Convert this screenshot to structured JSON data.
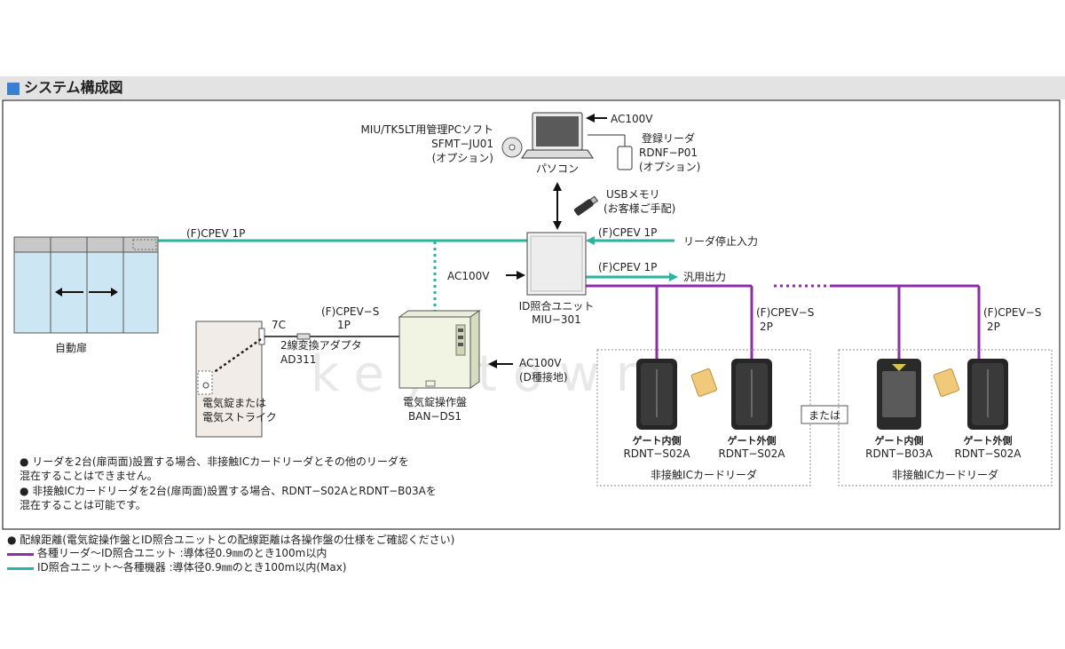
{
  "header": {
    "title": "システム構成図"
  },
  "colors": {
    "accent_blue": "#3a7fd0",
    "teal": "#2ab3a0",
    "purple": "#8a2fa5",
    "header_bg": "#e3e3e3"
  },
  "diagram": {
    "pc_software": [
      "MIU/TK5LT用管理PCソフト",
      "SFMT−JU01",
      "(オプション)"
    ],
    "pc_label": "パソコン",
    "pc_ac": "AC100V",
    "reg_reader": [
      "登録リーダ",
      "RDNF−P01",
      "(オプション)"
    ],
    "usb": [
      "USBメモリ",
      "(お客様ご手配)"
    ],
    "door_cable": "(F)CPEV 1P",
    "door_label": "自動扉",
    "miu_ac": "AC100V",
    "miu_label": [
      "ID照合ユニット",
      "MIU−301"
    ],
    "stop_cable": "(F)CPEV 1P",
    "stop_label": "リーダ停止入力",
    "out_cable": "(F)CPEV 1P",
    "out_label": "汎用出力",
    "reader_cable_1": [
      "(F)CPEV−S",
      "2P"
    ],
    "reader_cable_2": [
      "(F)CPEV−S",
      "2P"
    ],
    "lock_cable": [
      "(F)CPEV−S",
      "1P"
    ],
    "adapter": [
      "7C",
      "2線変換アダプタ",
      "AD311"
    ],
    "lock_label": [
      "電気錠または",
      "電気ストライク"
    ],
    "ban_label": [
      "電気錠操作盤",
      "BAN−DS1"
    ],
    "ban_ac": [
      "AC100V",
      "(D種接地)"
    ],
    "group1": {
      "readers": [
        {
          "side": "ゲート内側",
          "model": "RDNT−S02A"
        },
        {
          "side": "ゲート外側",
          "model": "RDNT−S02A"
        }
      ],
      "label": "非接触ICカードリーダ"
    },
    "or_label": "または",
    "group2": {
      "readers": [
        {
          "side": "ゲート内側",
          "model": "RDNT−B03A"
        },
        {
          "side": "ゲート外側",
          "model": "RDNT−S02A"
        }
      ],
      "label": "非接触ICカードリーダ"
    },
    "watermark": "key town"
  },
  "notes": [
    "● リーダを2台(扉両面)設置する場合、非接触ICカードリーダとその他のリーダを",
    "   混在することはできません。",
    "● 非接触ICカードリーダを2台(扉両面)設置する場合、RDNT−S02AとRDNT−B03Aを",
    "   混在することは可能です。"
  ],
  "footer": {
    "title": "● 配線距離(電気錠操作盤とID照合ユニットとの配線距離は各操作盤の仕様をご確認ください)",
    "purple_line": "各種リーダ〜ID照合ユニット  :導体径0.9㎜のとき100m以内",
    "teal_line": "ID照合ユニット〜各種機器    :導体径0.9㎜のとき100m以内(Max)"
  }
}
